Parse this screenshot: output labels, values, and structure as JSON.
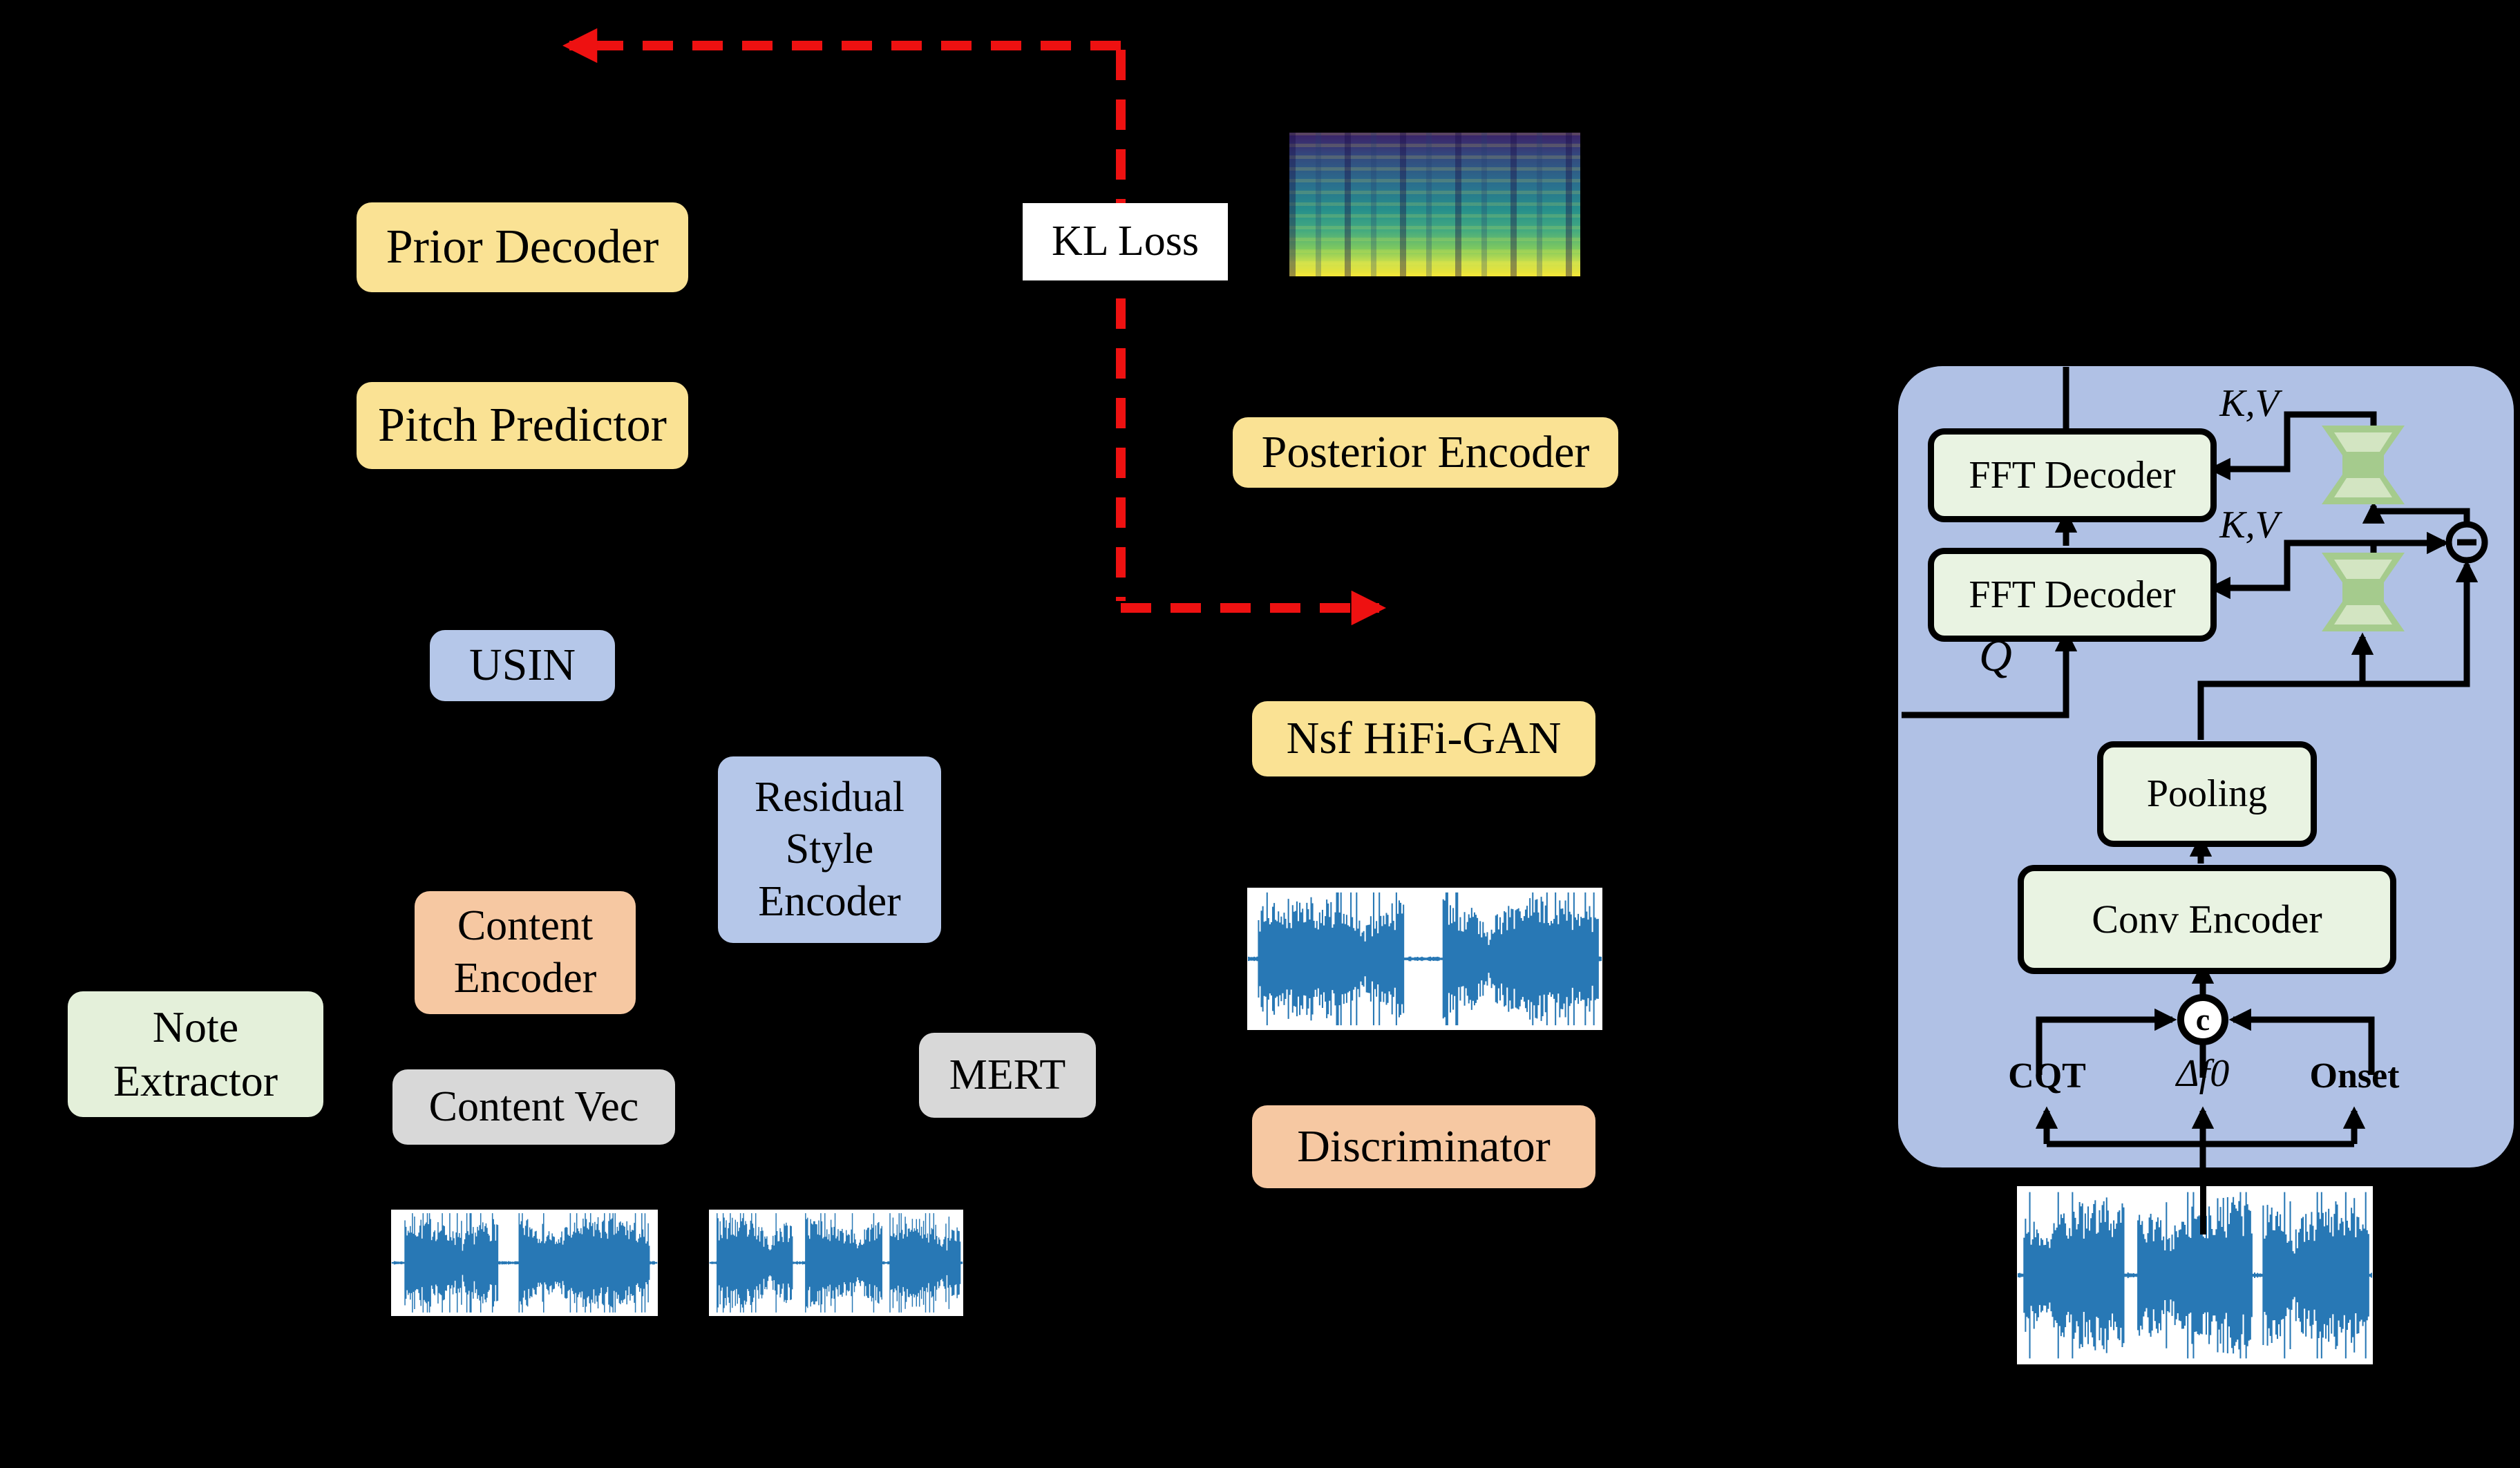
{
  "colors": {
    "background": "#000000",
    "box_yellow": "#FAE294",
    "box_blue": "#B5C7E9",
    "box_peach": "#F6C8A2",
    "box_green": "#E4F0DA",
    "box_gray": "#D8D8D8",
    "panel_blue": "#B0C1E5",
    "node_green": "#E9F3E2",
    "bowtie_outer": "#A5CB8D",
    "bowtie_inner": "#D3E5C2",
    "arrow_red": "#EE1111",
    "arrow_black": "#000000",
    "wave_blue": "#2878B5"
  },
  "boxes": {
    "prior_decoder": "Prior Decoder",
    "pitch_predictor": "Pitch Predictor",
    "kl_loss": "KL Loss",
    "posterior_encoder": "Posterior Encoder",
    "usin": "USIN",
    "residual_style_encoder": [
      "Residual",
      "Style",
      "Encoder"
    ],
    "content_encoder": [
      "Content",
      "Encoder"
    ],
    "note_extractor": [
      "Note",
      "Extractor"
    ],
    "content_vec": "Content Vec",
    "mert": "MERT",
    "nsf_hifi_gan": "Nsf HiFi-GAN",
    "discriminator": "Discriminator"
  },
  "panel": {
    "fft_decoder_top": "FFT Decoder",
    "fft_decoder_bottom": "FFT Decoder",
    "kv_top": "K,V",
    "kv_bottom": "K,V",
    "q": "Q",
    "pooling": "Pooling",
    "conv_encoder": "Conv Encoder",
    "concat": "c",
    "cqt": "CQT",
    "delta_f0": "Δf0",
    "onset": "Onset"
  }
}
